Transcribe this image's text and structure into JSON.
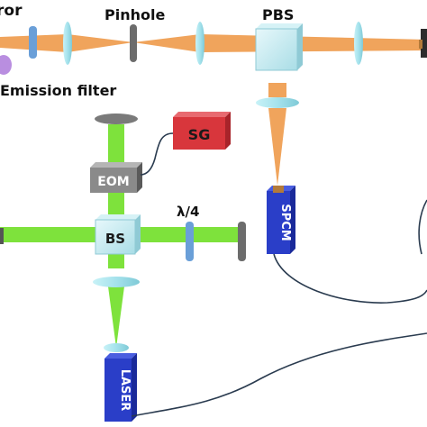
{
  "labels": {
    "mirror_partial": "ror",
    "pinhole": "Pinhole",
    "pbs": "PBS",
    "emission_filter": "Emission filter",
    "sg": "SG",
    "eom": "EOM",
    "quarter_wave": "λ/4",
    "bs": "BS",
    "spcm": "SPCM",
    "laser": "LASER"
  },
  "colors": {
    "orange_beam": "#f0a45c",
    "green_beam": "#7ee23c",
    "lens": "#a8e6ee",
    "box_glass": "#bfe8ee",
    "sg_box": "#d8363c",
    "eom_box": "#8a8a8a",
    "detector_box": "#2a3ec8",
    "filter": "#6a9fd8",
    "mirror": "#6c6c6c",
    "cable": "#2a3b4f"
  }
}
